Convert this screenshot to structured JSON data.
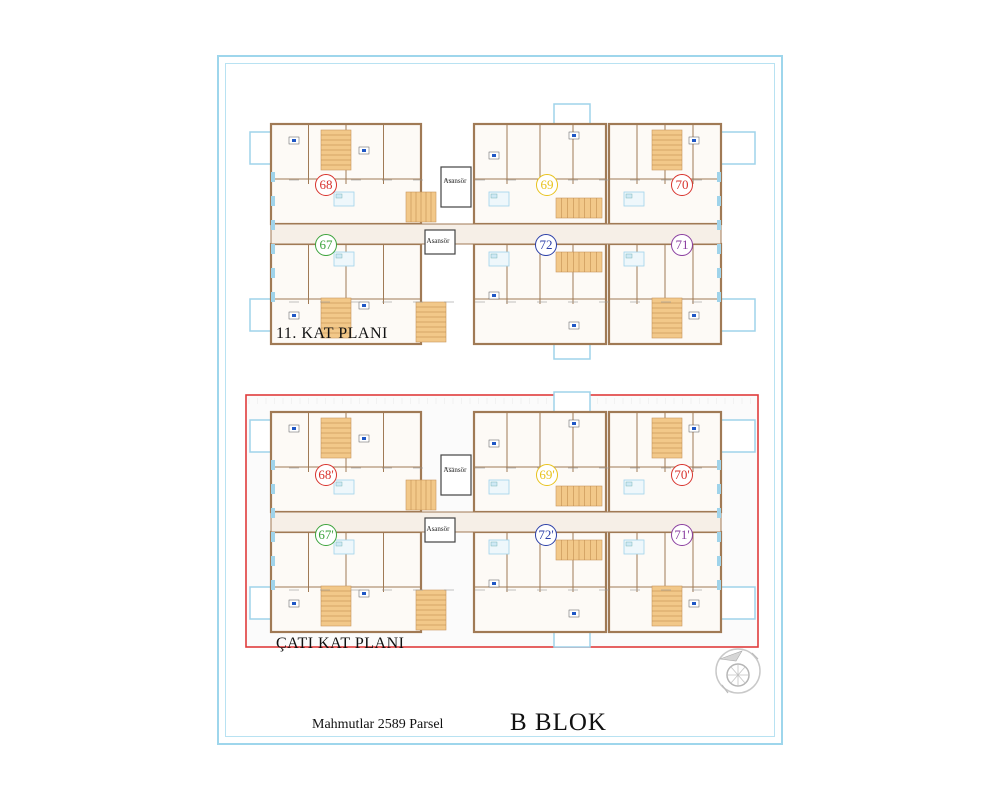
{
  "plans": [
    {
      "id": "kat11",
      "title": "11. KAT PLANI",
      "units": [
        {
          "num": "68",
          "color": "#d8322c"
        },
        {
          "num": "69",
          "color": "#e8c21c"
        },
        {
          "num": "70",
          "color": "#d8322c"
        },
        {
          "num": "67",
          "color": "#3ca33c"
        },
        {
          "num": "72",
          "color": "#2b3fa8"
        },
        {
          "num": "71",
          "color": "#8a3ea0"
        }
      ],
      "elevators": [
        "Asansör",
        "Asansör"
      ]
    },
    {
      "id": "cati",
      "title": "ÇATI KAT PLANI",
      "units": [
        {
          "num": "68'",
          "color": "#d8322c"
        },
        {
          "num": "69'",
          "color": "#e8c21c"
        },
        {
          "num": "70'",
          "color": "#d8322c"
        },
        {
          "num": "67'",
          "color": "#3ca33c"
        },
        {
          "num": "72'",
          "color": "#2b3fa8"
        },
        {
          "num": "71'",
          "color": "#8a3ea0"
        }
      ],
      "elevators": [
        "Asansör",
        "Asansör"
      ]
    }
  ],
  "footer": {
    "parcel": "Mahmutlar 2589 Parsel",
    "block": "B BLOK"
  },
  "colors": {
    "wall": "#a07a55",
    "glass": "#9fd3ea",
    "roof_border": "#e03c3c",
    "stair": "#f2c889",
    "frame": "#9ed6ec"
  }
}
